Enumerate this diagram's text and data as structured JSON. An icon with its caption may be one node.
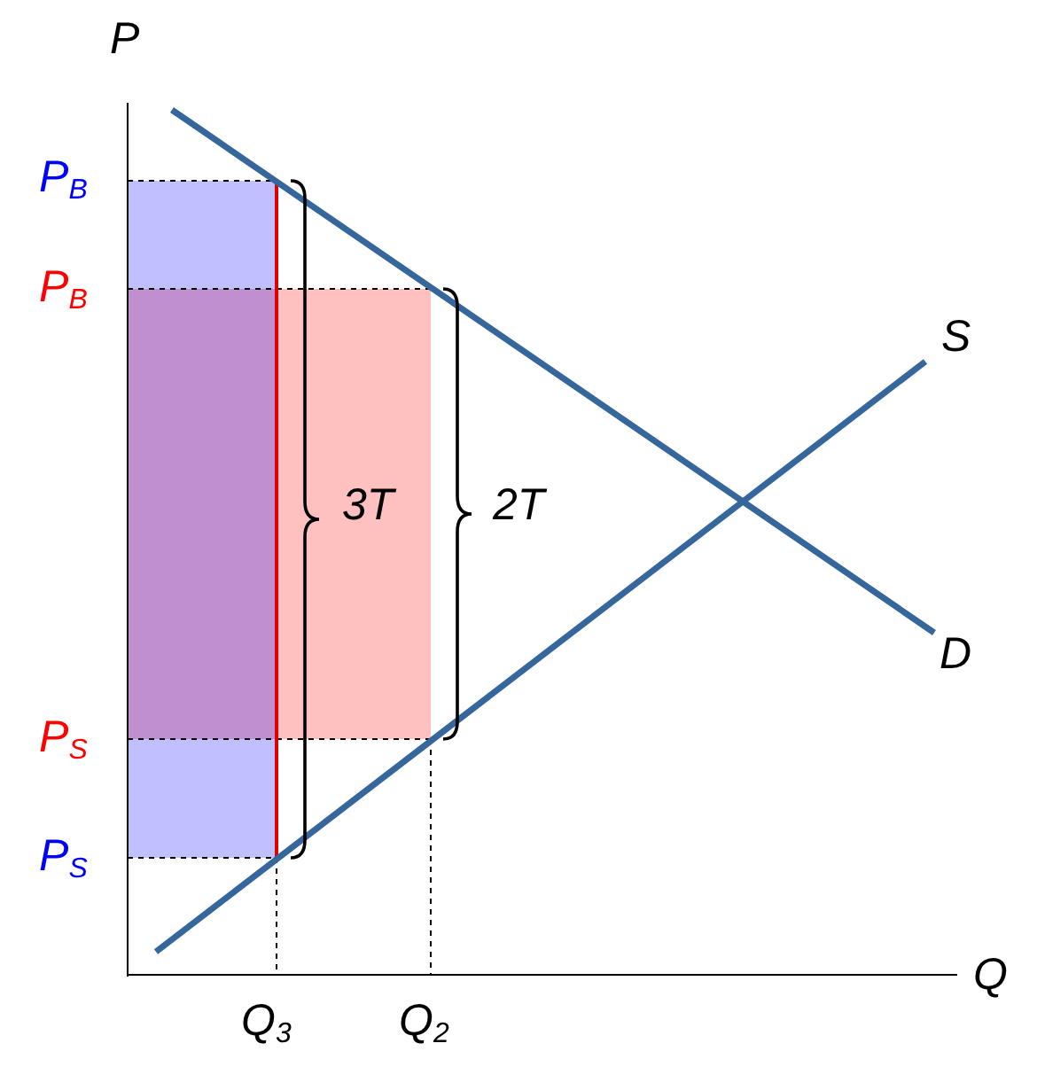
{
  "diagram": {
    "labels": [
      "P",
      "P$_{B}$",
      "P$_{B}$",
      "S",
      "3T",
      "2T",
      "D",
      "P$_{S}$",
      "P$_{S}$",
      "Q",
      "Q$_{3}$",
      "Q$_{2}$"
    ]
  }
}
